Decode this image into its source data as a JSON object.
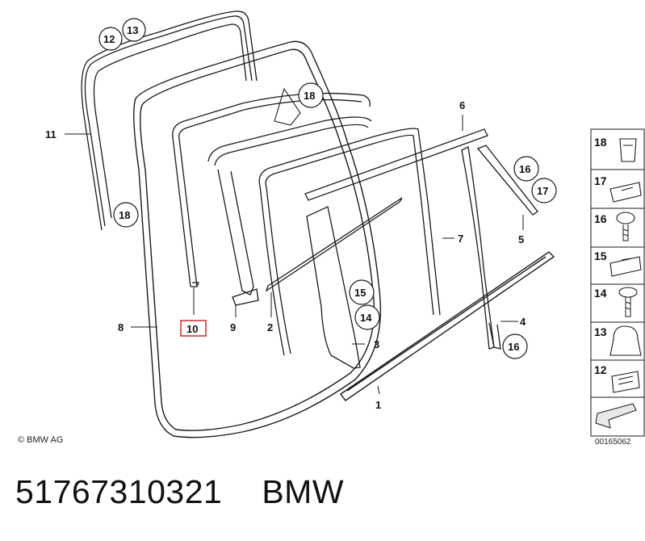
{
  "copyright": "© BMW AG",
  "drawing_number": "00165062",
  "part_number": "51767310321",
  "brand": "BMW",
  "highlighted_callout": "10",
  "callouts_plain": [
    "1",
    "2",
    "3",
    "4",
    "5",
    "6",
    "7",
    "8",
    "9",
    "10",
    "11"
  ],
  "callouts_circled": [
    "12",
    "13",
    "18",
    "18",
    "15",
    "14",
    "16",
    "17",
    "16"
  ],
  "side_legend": [
    "18",
    "17",
    "16",
    "15",
    "14",
    "13",
    "12"
  ],
  "colors": {
    "highlight": "#d9262c",
    "line": "#1a1a1a",
    "bg": "#ffffff"
  }
}
